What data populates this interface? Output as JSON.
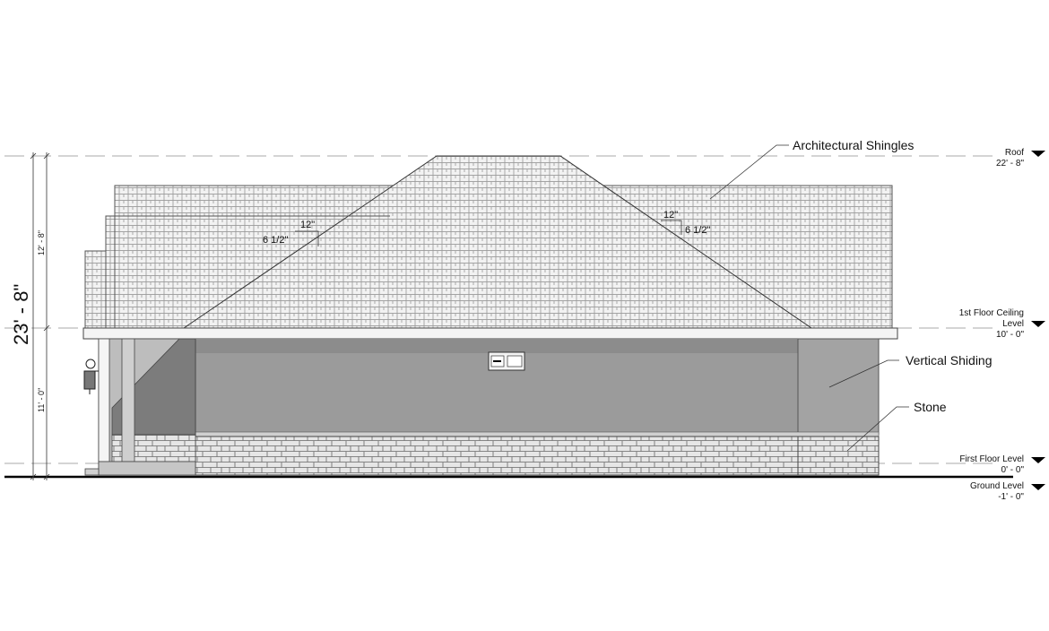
{
  "dimensions": {
    "overall": "23' - 8\"",
    "upper": "12' - 8\"",
    "lower": "11' - 0\""
  },
  "levels": [
    {
      "name": "Roof",
      "elevation": "22' - 8\""
    },
    {
      "name_line1": "1st Floor Ceiling",
      "name_line2": "Level",
      "elevation": "10' - 0\""
    },
    {
      "name": "First Floor Level",
      "elevation": "0' - 0\""
    },
    {
      "name": "Ground Level",
      "elevation": "-1' - 0\""
    }
  ],
  "annotations": {
    "shingles": "Architectural Shingles",
    "siding": "Vertical Shiding",
    "stone": "Stone"
  },
  "slopes": [
    {
      "run": "12\"",
      "rise": "6 1/2\""
    },
    {
      "run": "12\"",
      "rise": "6 1/2\""
    }
  ],
  "colors": {
    "wall": "#9b9b9b",
    "wall_dark": "#7a7a7a",
    "roof": "#e8e8e8",
    "stone": "#e4e4e4"
  }
}
